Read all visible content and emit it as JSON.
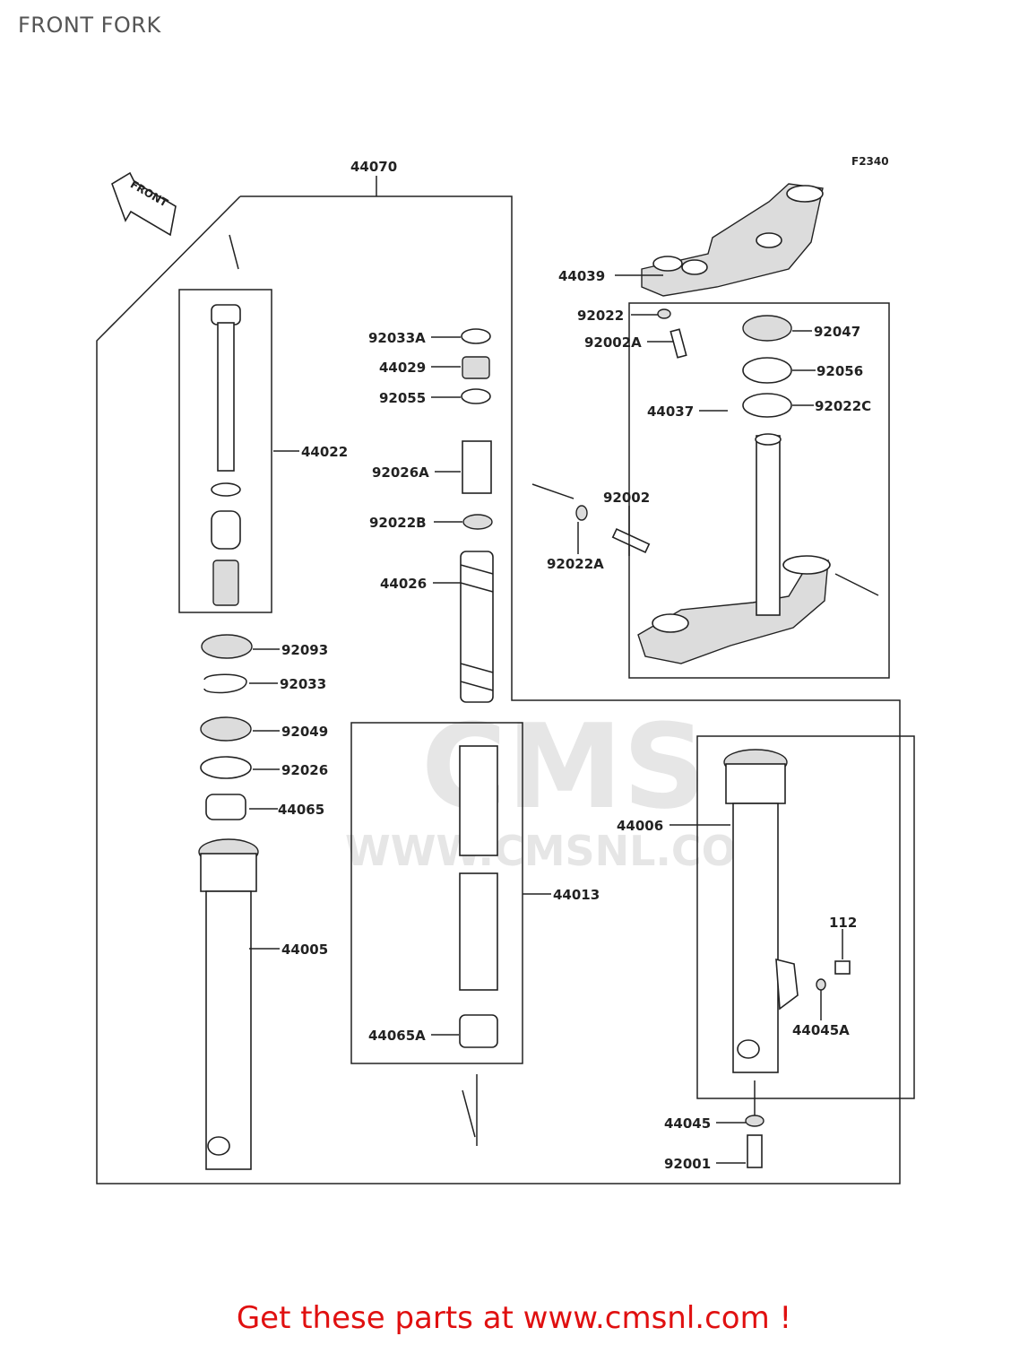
{
  "title": "FRONT FORK",
  "figure_ref": "F2340",
  "front_label": "FRONT",
  "watermark": {
    "logo": "CMS",
    "url": "WWW.CMSNL.COM"
  },
  "footer": "Get these parts at www.cmsnl.com !",
  "colors": {
    "footer": "#e01010",
    "lines": "#222222",
    "watermark": "#e6e6e6"
  },
  "parts": {
    "p44070": "44070",
    "p44039": "44039",
    "p92022": "92022",
    "p92002A": "92002A",
    "p92047": "92047",
    "p92056": "92056",
    "p44037": "44037",
    "p92022C": "92022C",
    "p92033A": "92033A",
    "p44029": "44029",
    "p92055": "92055",
    "p44022": "44022",
    "p92026A": "92026A",
    "p92002": "92002",
    "p92022B": "92022B",
    "p92022A": "92022A",
    "p44026": "44026",
    "p92093": "92093",
    "p92033": "92033",
    "p92049": "92049",
    "p92026": "92026",
    "p44065": "44065",
    "p44006": "44006",
    "p44013": "44013",
    "p112": "112",
    "p44005": "44005",
    "p44045A": "44045A",
    "p44065A": "44065A",
    "p44045": "44045",
    "p92001": "92001"
  }
}
